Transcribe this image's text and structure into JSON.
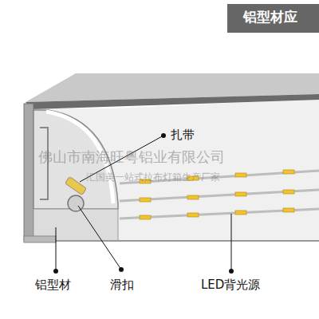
{
  "diagram": {
    "title": "铝型材应",
    "labels": [
      "佛山市南海旺粤铝业有限公司",
      "扎带",
      "汇国美一站式拉布灯箱生产厂家",
      "铝型材",
      "滑扣",
      "LED背光源"
    ]
  }
}
